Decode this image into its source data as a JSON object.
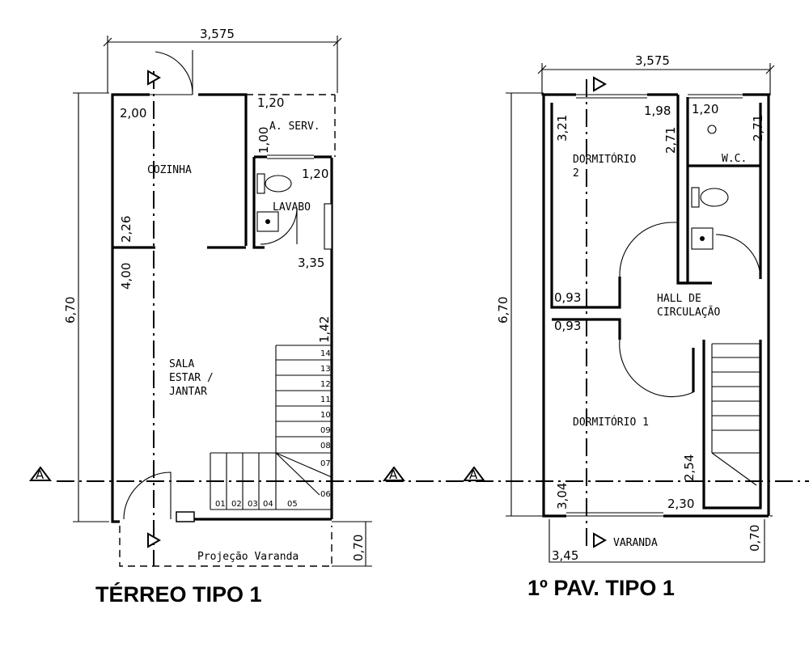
{
  "ground": {
    "title": "TÉRREO TIPO 1",
    "width": "3,575",
    "depth": "6,70",
    "rooms": {
      "kitchen": "COZINHA",
      "service": "A. SERV.",
      "lavabo": "LAVABO",
      "living_1": "SALA",
      "living_2": "ESTAR /",
      "living_3": "JANTAR"
    },
    "dims": {
      "d200": "2,00",
      "d120a": "1,20",
      "d100": "1,00",
      "d120b": "1,20",
      "d226": "2,26",
      "d400": "4,00",
      "d335": "3,35",
      "d142": "1,42",
      "d070": "0,70"
    },
    "steps": [
      "01",
      "02",
      "03",
      "04",
      "05",
      "06",
      "07",
      "08",
      "09",
      "10",
      "11",
      "12",
      "13",
      "14"
    ],
    "veranda": "Projeção Varanda"
  },
  "upper": {
    "title": "1º PAV. TIPO 1",
    "width": "3,575",
    "depth": "6,70",
    "rooms": {
      "bed2a": "DORMITÓRIO",
      "bed2b": "2",
      "wc": "W.C.",
      "hall1": "HALL DE",
      "hall2": "CIRCULAÇÃO",
      "bed1": "DORMITÓRIO 1",
      "veranda": "VARANDA"
    },
    "dims": {
      "d321": "3,21",
      "d198": "1,98",
      "d271a": "2,71",
      "d120": "1,20",
      "d271b": "2,71",
      "d093a": "0,93",
      "d093b": "0,93",
      "d254": "2,54",
      "d304": "3,04",
      "d230": "2,30",
      "d345": "3,45",
      "d070": "0,70"
    }
  },
  "section_marker": "A"
}
